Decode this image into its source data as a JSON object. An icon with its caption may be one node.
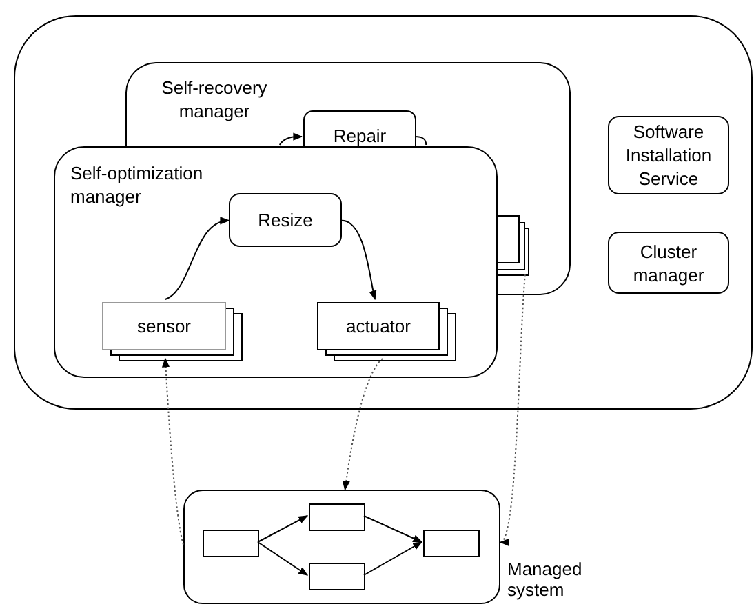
{
  "diagram": {
    "nodes": [
      {
        "text": [],
        "shape": "box"
      },
      {
        "text": [
          "Self-recovery manager"
        ],
        "in": 0
      },
      {
        "text": [
          "Repair"
        ],
        "in": 1
      },
      {
        "text": [],
        "shape": "box",
        "in": 1
      },
      {
        "text": [
          "Self-optimization manager"
        ],
        "in": 0
      },
      {
        "text": [
          "Resize"
        ]
      },
      {
        "text": [
          "sensor"
        ],
        "in": 4
      },
      {
        "text": [
          "actuator"
        ],
        "in": 4
      },
      {
        "text": [
          "Software Installation Service"
        ],
        "in": 0
      },
      {
        "text": [
          "Cluster manager"
        ],
        "in": 0
      },
      {
        "text": [],
        "shape": "box",
        "beside": [
          "Managed system"
        ]
      },
      {
        "text": [],
        "shape": "box",
        "in": 10
      },
      {
        "text": [],
        "shape": "box",
        "in": 10
      },
      {
        "text": [],
        "shape": "box",
        "in": 10
      },
      {
        "text": [],
        "shape": "box",
        "in": 10
      }
    ],
    "edges": [
      {
        "from": 6,
        "to": 5,
        "arrow": "to"
      },
      {
        "from": 5,
        "to": 7,
        "arrow": "to"
      },
      {
        "from": 10,
        "to": 6,
        "arrow": "to",
        "style": "dashed"
      },
      {
        "from": 7,
        "to": 10,
        "arrow": "to",
        "style": "dashed"
      },
      {
        "from": 3,
        "to": 10,
        "arrow": "to",
        "style": "dashed"
      },
      {
        "from": 4,
        "to": 2,
        "arrow": "to"
      },
      {
        "from": 2,
        "to": 4,
        "arrow": "none"
      },
      {
        "from": 11,
        "to": 12,
        "arrow": "to"
      },
      {
        "from": 11,
        "to": 13,
        "arrow": "to"
      },
      {
        "from": 12,
        "to": 14,
        "arrow": "to"
      },
      {
        "from": 13,
        "to": 14,
        "arrow": "to"
      }
    ]
  }
}
